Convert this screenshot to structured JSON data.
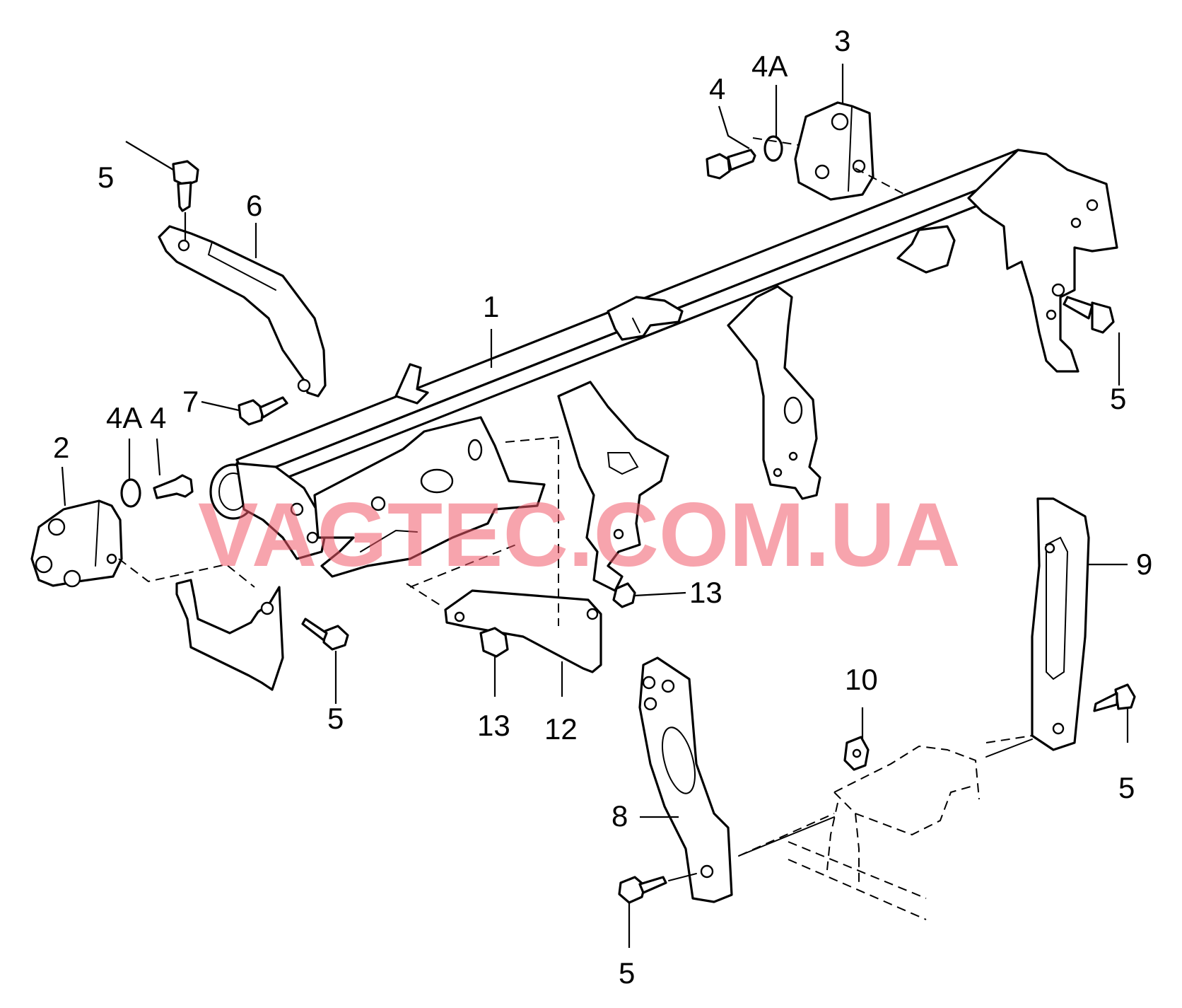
{
  "watermark": "VAGTEC.COM.UA",
  "watermark_color": "#f05a6a",
  "callouts": {
    "c1": "1",
    "c2": "2",
    "c3": "3",
    "c4_top": "4",
    "c4a_top": "4A",
    "c4_left": "4",
    "c4a_left": "4A",
    "c5_top_left": "5",
    "c5_top_right": "5",
    "c5_left_bottom": "5",
    "c5_right_bottom": "5",
    "c5_bottom": "5",
    "c6": "6",
    "c7": "7",
    "c8": "8",
    "c9": "9",
    "c10": "10",
    "c12": "12",
    "c13_right": "13",
    "c13_bottom": "13"
  }
}
